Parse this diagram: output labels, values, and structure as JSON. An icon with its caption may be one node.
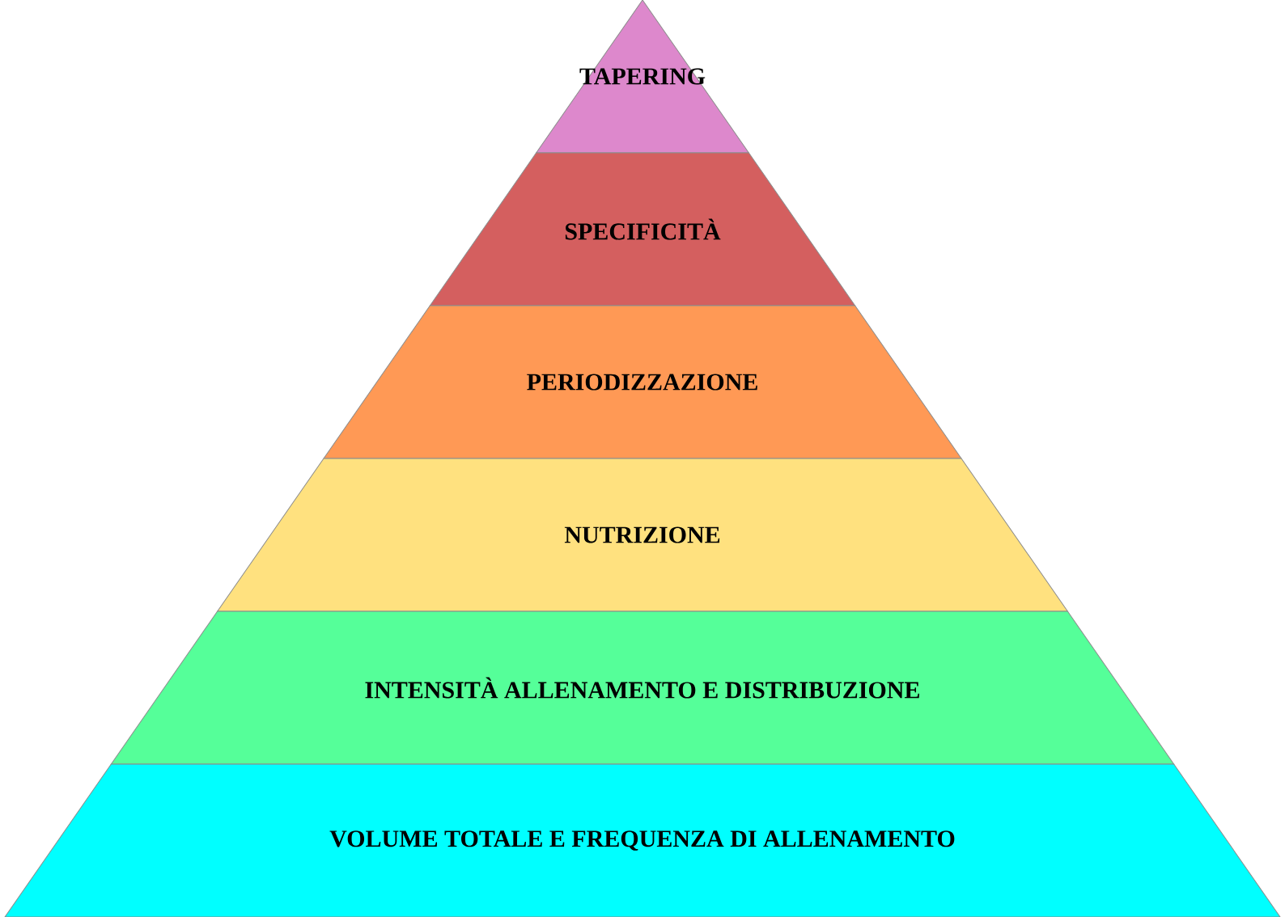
{
  "diagram": {
    "nodes": [
      {
        "text": [
          "TAPERING"
        ]
      },
      {
        "text": [
          "SPECIFICITÀ"
        ]
      },
      {
        "text": [
          "PERIODIZZAZIONE"
        ]
      },
      {
        "text": [
          "NUTRIZIONE"
        ]
      },
      {
        "text": [
          "INTENSITÀ ALLENAMENTO E DISTRIBUZIONE"
        ]
      },
      {
        "text": [
          "VOLUME TOTALE E FREQUENZA DI ALLENAMENTO"
        ]
      }
    ]
  }
}
